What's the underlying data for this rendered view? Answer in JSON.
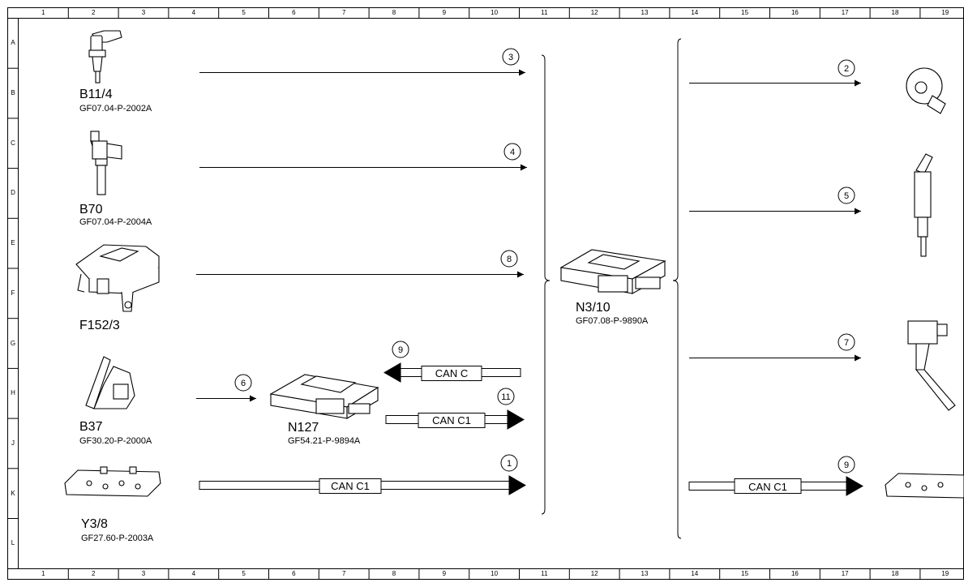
{
  "grid": {
    "columns": [
      "1",
      "2",
      "3",
      "4",
      "5",
      "6",
      "7",
      "8",
      "9",
      "10",
      "11",
      "12",
      "13",
      "14",
      "15",
      "16",
      "17",
      "18",
      "19"
    ],
    "rows": [
      "A",
      "B",
      "C",
      "D",
      "E",
      "F",
      "G",
      "H",
      "J",
      "K",
      "L"
    ]
  },
  "components": {
    "b11_4": {
      "code": "B11/4",
      "ref": "GF07.04-P-2002A"
    },
    "b70": {
      "code": "B70",
      "ref": "GF07.04-P-2004A"
    },
    "f152_3": {
      "code": "F152/3",
      "ref": ""
    },
    "b37": {
      "code": "B37",
      "ref": "GF30.20-P-2000A"
    },
    "n127": {
      "code": "N127",
      "ref": "GF54.21-P-9894A"
    },
    "y3_8": {
      "code": "Y3/8",
      "ref": "GF27.60-P-2003A"
    },
    "n3_10": {
      "code": "N3/10",
      "ref": "GF07.08-P-9890A"
    }
  },
  "signals": {
    "s3": "3",
    "s4": "4",
    "s8": "8",
    "s6": "6",
    "s9a": "9",
    "s11": "11",
    "s1": "1",
    "s2": "2",
    "s5": "5",
    "s7": "7",
    "s9b": "9"
  },
  "bus_labels": {
    "can_c": "CAN C",
    "can_c1_n127": "CAN C1",
    "can_c1_left": "CAN C1",
    "can_c1_right": "CAN C1"
  }
}
